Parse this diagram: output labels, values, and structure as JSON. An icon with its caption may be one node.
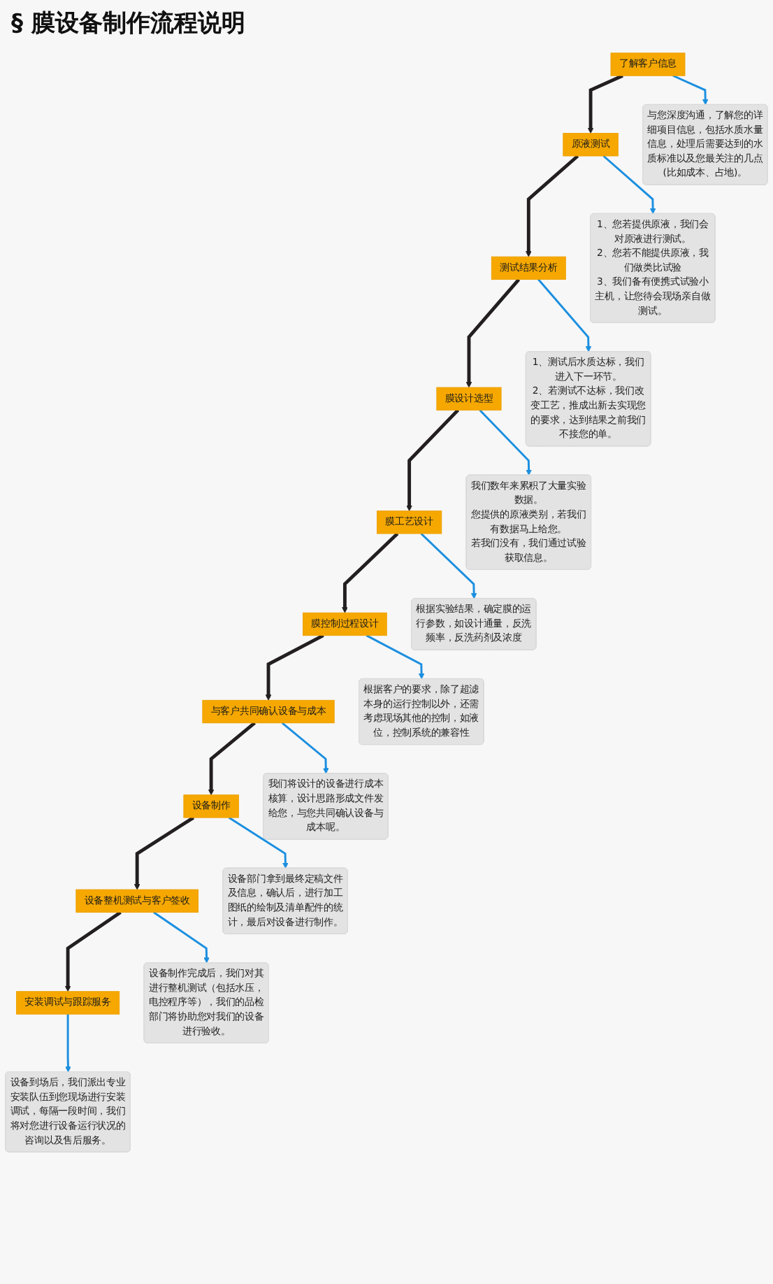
{
  "diagram": {
    "title": "§ 膜设备制作流程说明",
    "nodes": [
      {
        "text": [
          "了解客户信息"
        ]
      },
      {
        "text": [
          "与您深度沟通，了解您的详细项目信息，包括水质水量信息，处理后需要达到的水质标准以及您最关注的几点(比如成本、占地)。"
        ]
      },
      {
        "text": [
          "原液测试"
        ]
      },
      {
        "text": [
          "1、您若提供原液，我们会对原液进行测试。",
          "2、您若不能提供原液，我们做类比试验",
          "3、我们备有便携式试验小主机，让您待会现场亲自做测试。"
        ]
      },
      {
        "text": [
          "测试结果分析"
        ]
      },
      {
        "text": [
          "1、测试后水质达标，我们进入下一环节。",
          "2、若测试不达标，我们改变工艺，推成出新去实现您的要求，达到结果之前我们不接您的单。"
        ]
      },
      {
        "text": [
          "膜设计选型"
        ]
      },
      {
        "text": [
          "我们数年来累积了大量实验数据。",
          "您提供的原液类别，若我们有数据马上给您。",
          "若我们没有，我们通过试验获取信息。"
        ]
      },
      {
        "text": [
          "膜工艺设计"
        ]
      },
      {
        "text": [
          "根据实验结果，确定膜的运行参数，如设计通量，反洗频率，反洗药剂及浓度"
        ]
      },
      {
        "text": [
          "膜控制过程设计"
        ]
      },
      {
        "text": [
          "根据客户的要求，除了超滤本身的运行控制以外，还需考虑现场其他的控制，如液位，控制系统的兼容性"
        ]
      },
      {
        "text": [
          "与客户共同确认设备与成本"
        ]
      },
      {
        "text": [
          "我们将设计的设备进行成本核算，设计思路形成文件发给您，与您共同确认设备与成本呢。"
        ]
      },
      {
        "text": [
          "设备制作"
        ]
      },
      {
        "text": [
          "设备部门拿到最终定稿文件及信息，确认后，进行加工图纸的绘制及清单配件的统计，最后对设备进行制作。"
        ]
      },
      {
        "text": [
          "设备整机测试与客户签收"
        ]
      },
      {
        "text": [
          "设备制作完成后，我们对其进行整机测试（包括水压，电控程序等），我们的品检部门将协助您对我们的设备进行验收。"
        ]
      },
      {
        "text": [
          "安装调试与跟踪服务"
        ]
      },
      {
        "text": [
          "设备到场后，我们派出专业安装队伍到您现场进行安装调试，每隔一段时间，我们将对您进行设备运行状况的咨询以及售后服务。"
        ]
      }
    ],
    "edges": [
      {
        "from": 0,
        "to": 2,
        "arrow": "to",
        "color": "#231f20"
      },
      {
        "from": 0,
        "to": 1,
        "arrow": "to"
      },
      {
        "from": 2,
        "to": 4,
        "arrow": "to",
        "color": "#231f20"
      },
      {
        "from": 2,
        "to": 3,
        "arrow": "to"
      },
      {
        "from": 4,
        "to": 6,
        "arrow": "to",
        "color": "#231f20"
      },
      {
        "from": 4,
        "to": 5,
        "arrow": "to"
      },
      {
        "from": 6,
        "to": 8,
        "arrow": "to",
        "color": "#231f20"
      },
      {
        "from": 6,
        "to": 7,
        "arrow": "to"
      },
      {
        "from": 8,
        "to": 10,
        "arrow": "to",
        "color": "#231f20"
      },
      {
        "from": 8,
        "to": 9,
        "arrow": "to"
      },
      {
        "from": 10,
        "to": 12,
        "arrow": "to",
        "color": "#231f20"
      },
      {
        "from": 10,
        "to": 11,
        "arrow": "to"
      },
      {
        "from": 12,
        "to": 14,
        "arrow": "to",
        "color": "#231f20"
      },
      {
        "from": 12,
        "to": 13,
        "arrow": "to"
      },
      {
        "from": 14,
        "to": 16,
        "arrow": "to",
        "color": "#231f20"
      },
      {
        "from": 14,
        "to": 15,
        "arrow": "to"
      },
      {
        "from": 16,
        "to": 18,
        "arrow": "to",
        "color": "#231f20"
      },
      {
        "from": 16,
        "to": 17,
        "arrow": "to"
      },
      {
        "from": 18,
        "to": 19,
        "arrow": "to"
      }
    ]
  }
}
